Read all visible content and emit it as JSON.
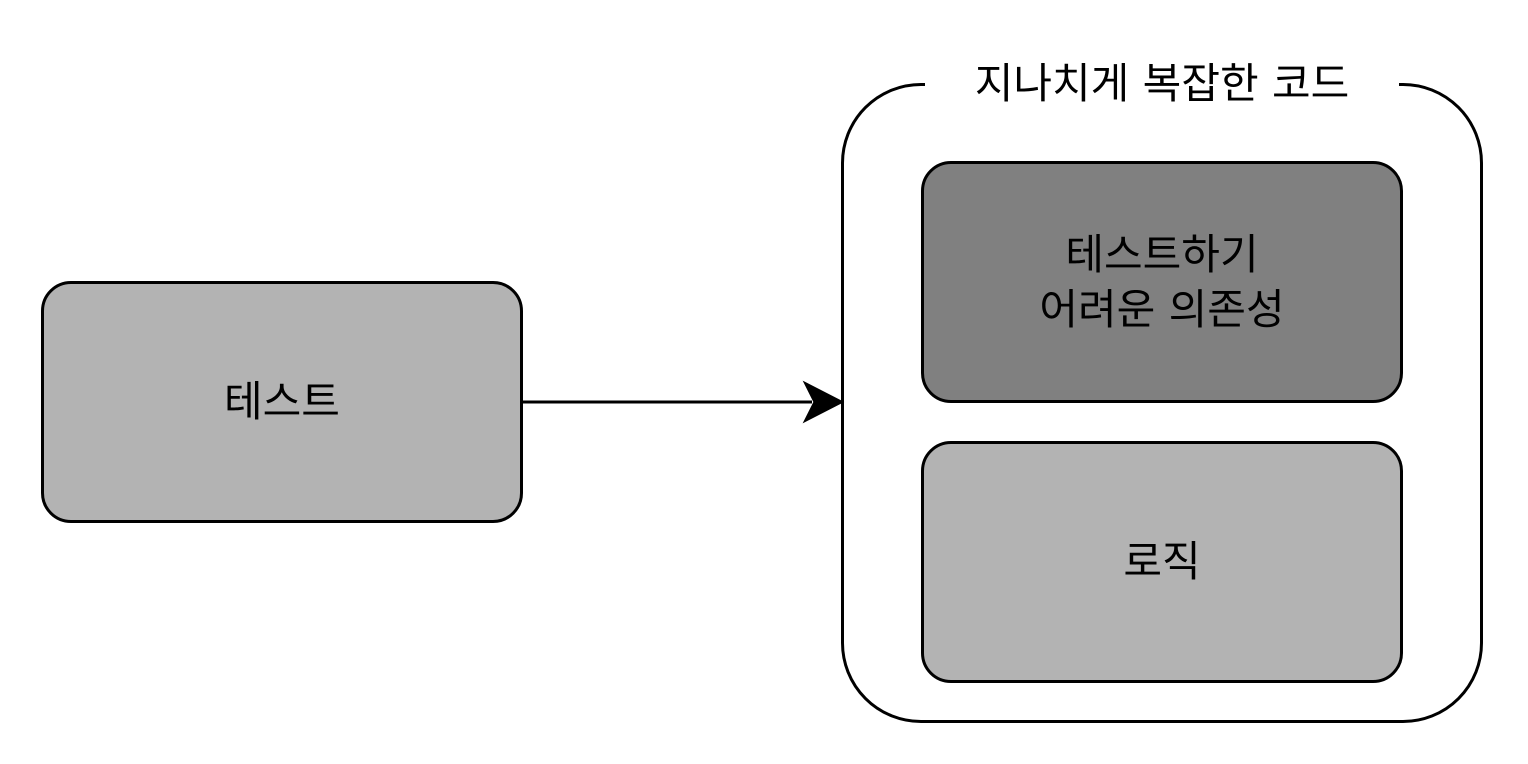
{
  "diagram": {
    "test_label": "테스트",
    "container_title": "지나치게 복잡한 코드",
    "dependency_label": "테스트하기\n어려운 의존성",
    "logic_label": "로직",
    "colors": {
      "background": "#ffffff",
      "stroke": "#000000",
      "light_fill": "#b3b3b3",
      "dark_fill": "#808080"
    }
  }
}
